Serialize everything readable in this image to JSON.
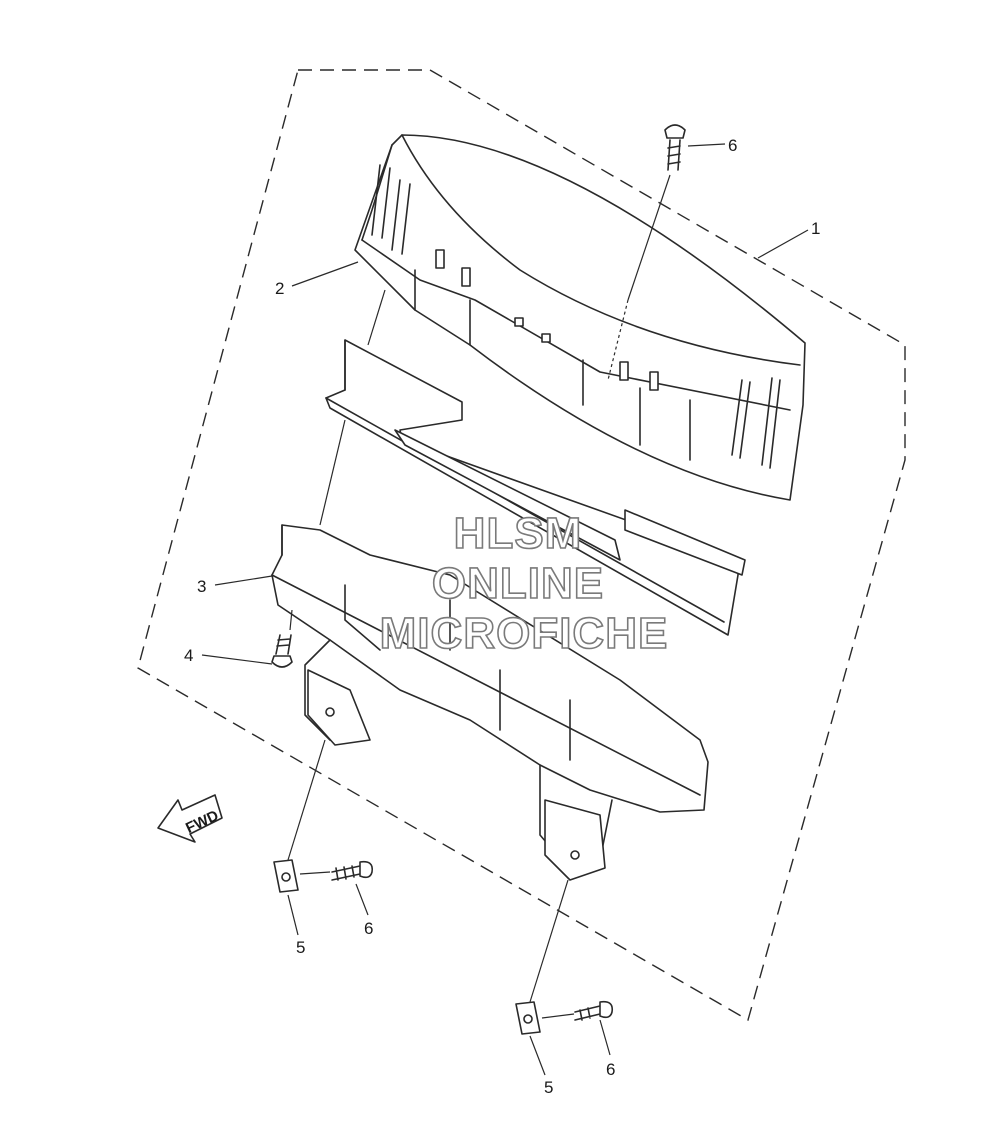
{
  "diagram": {
    "callouts": [
      {
        "id": "c1",
        "label": "1"
      },
      {
        "id": "c2",
        "label": "2"
      },
      {
        "id": "c3",
        "label": "3"
      },
      {
        "id": "c4",
        "label": "4"
      },
      {
        "id": "c5a",
        "label": "5"
      },
      {
        "id": "c5b",
        "label": "5"
      },
      {
        "id": "c6a",
        "label": "6"
      },
      {
        "id": "c6b",
        "label": "6"
      },
      {
        "id": "c6c",
        "label": "6"
      }
    ],
    "direction_arrow": "FWD"
  },
  "watermark": {
    "line1": "HLSM",
    "line2": "ONLINE",
    "line3": "MICROFICHE"
  }
}
